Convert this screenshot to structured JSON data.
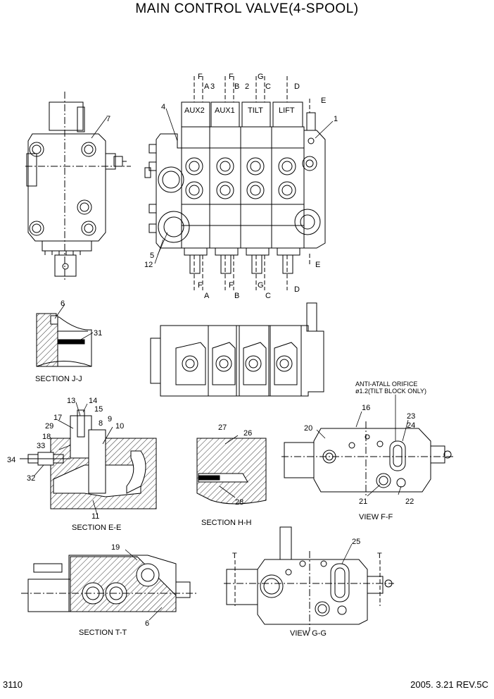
{
  "title": "MAIN CONTROL VALVE(4-SPOOL)",
  "page_number": "3110",
  "revision": "2005. 3.21  REV.5C",
  "spool_labels": [
    "AUX2",
    "AUX1",
    "TILT",
    "LIFT"
  ],
  "section_markers": {
    "top": [
      "F",
      "A",
      "F",
      "B",
      "2",
      "G",
      "C",
      "D",
      "E"
    ],
    "bottom": [
      "F",
      "A",
      "F",
      "B",
      "G",
      "C",
      "D"
    ],
    "side_e": "E"
  },
  "captions": {
    "section_jj": "SECTION J-J",
    "section_ee": "SECTION E-E",
    "section_hh": "SECTION H-H",
    "view_ff": "VIEW F-F",
    "section_tt": "SECTION T-T",
    "view_gg": "VIEW G-G"
  },
  "orifice_note": {
    "line1": "ANTI-ATALL ORIFICE",
    "line2": "ø1.2(TILT BLOCK ONLY)"
  },
  "t_marker": "T",
  "part_numbers": {
    "p1": "1",
    "p2": "2",
    "p3": "3",
    "p4": "4",
    "p5": "5",
    "p6a": "6",
    "p6b": "6",
    "p7": "7",
    "p8": "8",
    "p9": "9",
    "p10": "10",
    "p11": "11",
    "p12": "12",
    "p13": "13",
    "p14": "14",
    "p15": "15",
    "p16": "16",
    "p17": "17",
    "p18": "18",
    "p19": "19",
    "p20": "20",
    "p21": "21",
    "p22": "22",
    "p23": "23",
    "p24": "24",
    "p25": "25",
    "p26": "26",
    "p27": "27",
    "p28": "28",
    "p29": "29",
    "p31": "31",
    "p32": "32",
    "p33": "33",
    "p34": "34"
  }
}
